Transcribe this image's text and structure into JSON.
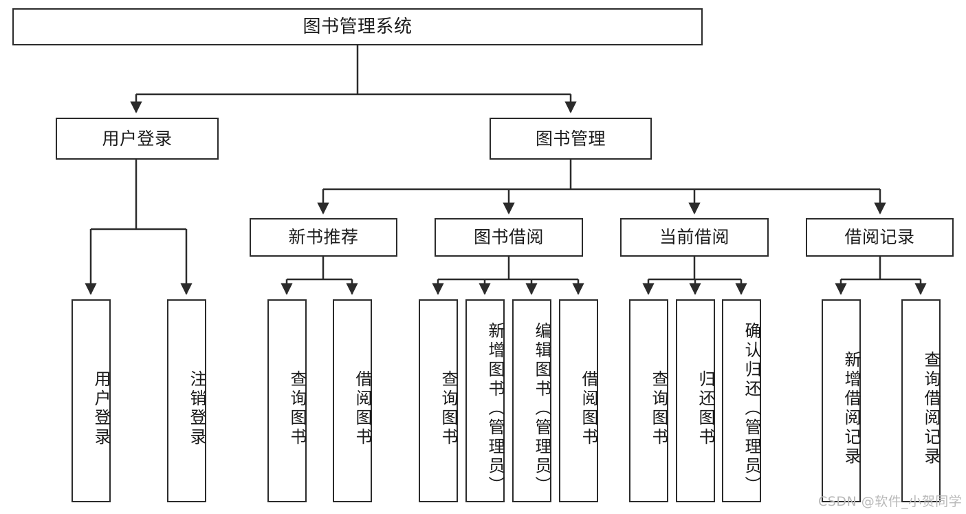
{
  "diagram": {
    "type": "tree-hierarchy",
    "title": "图书管理系统",
    "root": {
      "label": "图书管理系统"
    },
    "level2": [
      {
        "id": "user-login",
        "label": "用户登录"
      },
      {
        "id": "book-manage",
        "label": "图书管理"
      }
    ],
    "level3": [
      {
        "id": "new-book-rec",
        "label": "新书推荐",
        "parent": "book-manage"
      },
      {
        "id": "book-borrow",
        "label": "图书借阅",
        "parent": "book-manage"
      },
      {
        "id": "current-borrow",
        "label": "当前借阅",
        "parent": "book-manage"
      },
      {
        "id": "borrow-record",
        "label": "借阅记录",
        "parent": "book-manage"
      }
    ],
    "leaves": [
      {
        "id": "leaf-user-login",
        "label": "用户登录",
        "parent": "user-login"
      },
      {
        "id": "leaf-logout",
        "label": "注销登录",
        "parent": "user-login"
      },
      {
        "id": "leaf-query-book-1",
        "label": "查询图书",
        "parent": "new-book-rec"
      },
      {
        "id": "leaf-borrow-book-1",
        "label": "借阅图书",
        "parent": "new-book-rec"
      },
      {
        "id": "leaf-query-book-2",
        "label": "查询图书",
        "parent": "book-borrow"
      },
      {
        "id": "leaf-add-book",
        "label": "新增图书（管理员）",
        "parent": "book-borrow"
      },
      {
        "id": "leaf-edit-book",
        "label": "编辑图书（管理员）",
        "parent": "book-borrow"
      },
      {
        "id": "leaf-borrow-book-2",
        "label": "借阅图书",
        "parent": "book-borrow"
      },
      {
        "id": "leaf-query-book-3",
        "label": "查询图书",
        "parent": "current-borrow"
      },
      {
        "id": "leaf-return-book",
        "label": "归还图书",
        "parent": "current-borrow"
      },
      {
        "id": "leaf-confirm-return",
        "label": "确认归还（管理员）",
        "parent": "current-borrow"
      },
      {
        "id": "leaf-add-record",
        "label": "新增借阅记录",
        "parent": "borrow-record"
      },
      {
        "id": "leaf-query-record",
        "label": "查询借阅记录",
        "parent": "borrow-record"
      }
    ],
    "colors": {
      "stroke": "#2b2b2b",
      "fill": "#ffffff",
      "text": "#1a1a1a",
      "watermark": "#b9b9b9"
    }
  },
  "watermark": {
    "text": "CSDN @软件_小贺同学"
  }
}
